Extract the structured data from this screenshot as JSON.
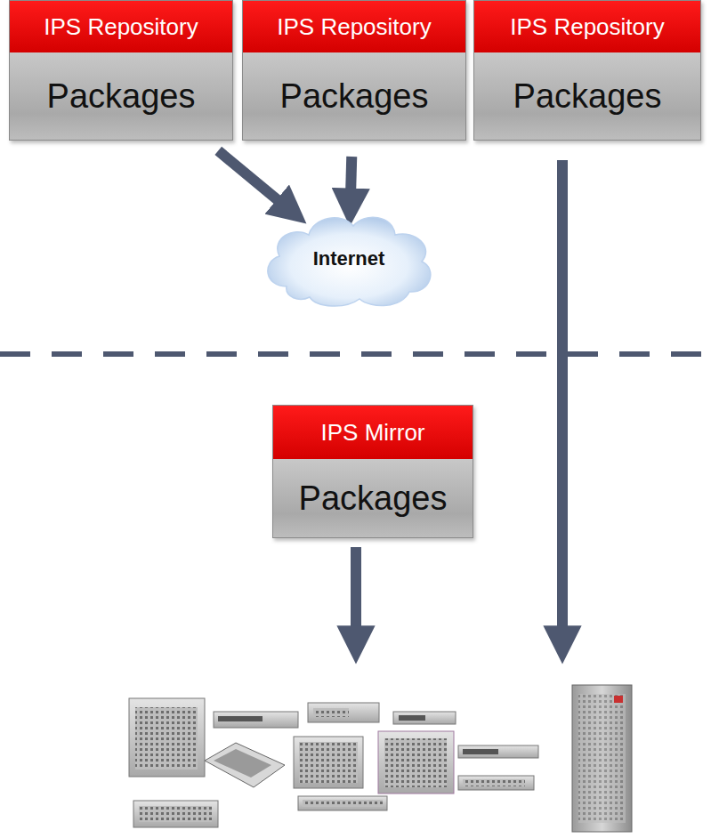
{
  "diagram": {
    "nodes": [
      {
        "text": [
          "IPS Repository",
          "Packages"
        ]
      },
      {
        "text": [
          "IPS Repository",
          "Packages"
        ]
      },
      {
        "text": [
          "IPS Repository",
          "Packages"
        ]
      },
      {
        "text": [
          "Internet"
        ]
      },
      {
        "text": [
          "IPS Mirror",
          "Packages"
        ]
      }
    ],
    "edges": [
      {
        "from": 0,
        "to": 3,
        "arrow": "to"
      },
      {
        "from": 1,
        "to": 3,
        "arrow": "to"
      }
    ]
  }
}
